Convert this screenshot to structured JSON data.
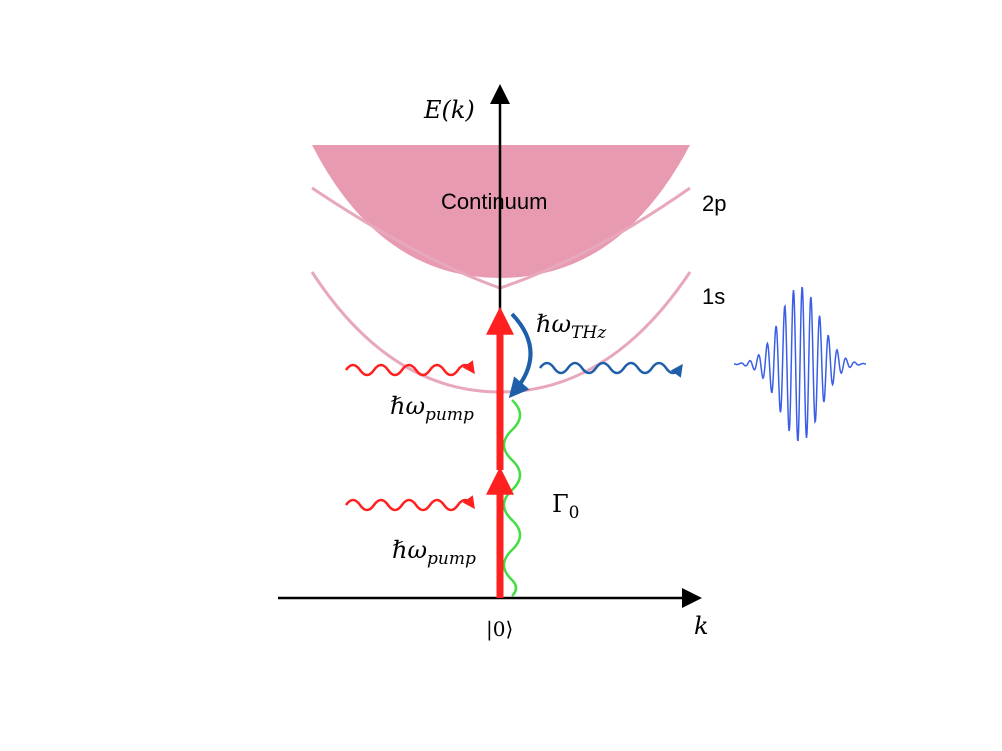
{
  "axes": {
    "y_label": "E(k)",
    "x_label": "k",
    "origin_label": "|0⟩"
  },
  "bands": {
    "continuum_label": "Continuum",
    "upper_label": "2p",
    "lower_label": "1s"
  },
  "labels": {
    "pump_upper_hbar": "ℏω",
    "pump_upper_sub": "pump",
    "pump_lower_hbar": "ℏω",
    "pump_lower_sub": "pump",
    "thz_hbar": "ℏω",
    "thz_sub": "THz",
    "decay_gamma": "Γ",
    "decay_sub": "0"
  },
  "colors": {
    "continuum_fill": "#e89bb0",
    "band_line": "#e8a8bb",
    "pump": "#ff2020",
    "thz": "#1f5faa",
    "decay": "#44dd44",
    "pulse": "#3a5fe6",
    "axis": "#000000"
  },
  "icons": {
    "pump_photon": "wavy-photon-icon",
    "thz_photon": "wavy-photon-icon",
    "thz_pulse": "wave-packet-icon"
  }
}
